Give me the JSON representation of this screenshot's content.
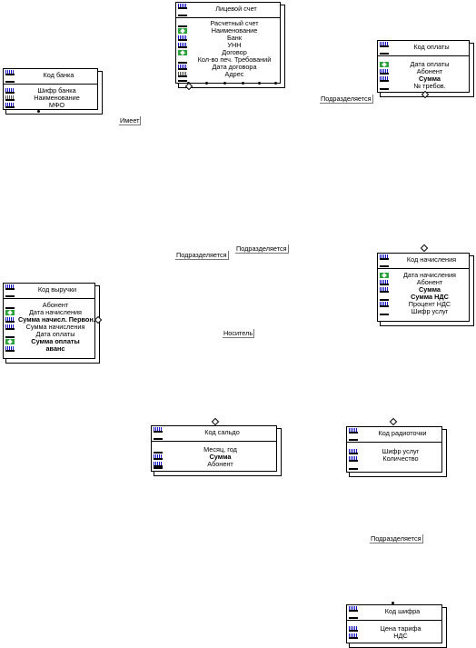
{
  "entities": {
    "licevoy": {
      "key": "Лицевой счет",
      "attrs": [
        "Расчетный счет",
        "Наименование",
        "Банк",
        "УНН",
        "Договор",
        "Кол-во печ. Требований",
        "Дата договора",
        "Адрес"
      ]
    },
    "bank": {
      "key": "Код банка",
      "attrs": [
        "Шифр банка",
        "Наименование",
        "МФО"
      ]
    },
    "oplata": {
      "key": "Код оплаты",
      "attrs": [
        "Дата оплаты",
        "Абонент",
        "Сумма",
        "№ требов."
      ]
    },
    "nachislenie": {
      "key": "Код начисления",
      "attrs": [
        "Дата начисления",
        "Абонент",
        "Сумма",
        "Сумма НДС",
        "Процент НДС",
        "Шифр услуг"
      ]
    },
    "vyruchka": {
      "key": "Код выручки",
      "attrs": [
        "Абонент",
        "Дата начисления",
        "Сумма начисл. Первон.",
        "Сумма начисления",
        "Дата оплаты",
        "Сумма оплаты",
        "аванс"
      ]
    },
    "saldo": {
      "key": "Код сальдо",
      "attrs": [
        "Месяц, год",
        "Сумма",
        "Абонент"
      ]
    },
    "radiotochka": {
      "key": "Код радиоточки",
      "attrs": [
        "Шифр услуг",
        "Количество"
      ]
    },
    "shifr": {
      "key": "Код шифра",
      "attrs": [
        "Цена тарифа",
        "НДС"
      ]
    }
  },
  "relationships": {
    "imeet": "Имеет",
    "podrazd_1": "Подразделяется",
    "podrazd_2": "Подразделяется",
    "podrazd_3": "Подразделяется",
    "podrazd_4": "Подразделяется",
    "nositel": "Носитель"
  }
}
